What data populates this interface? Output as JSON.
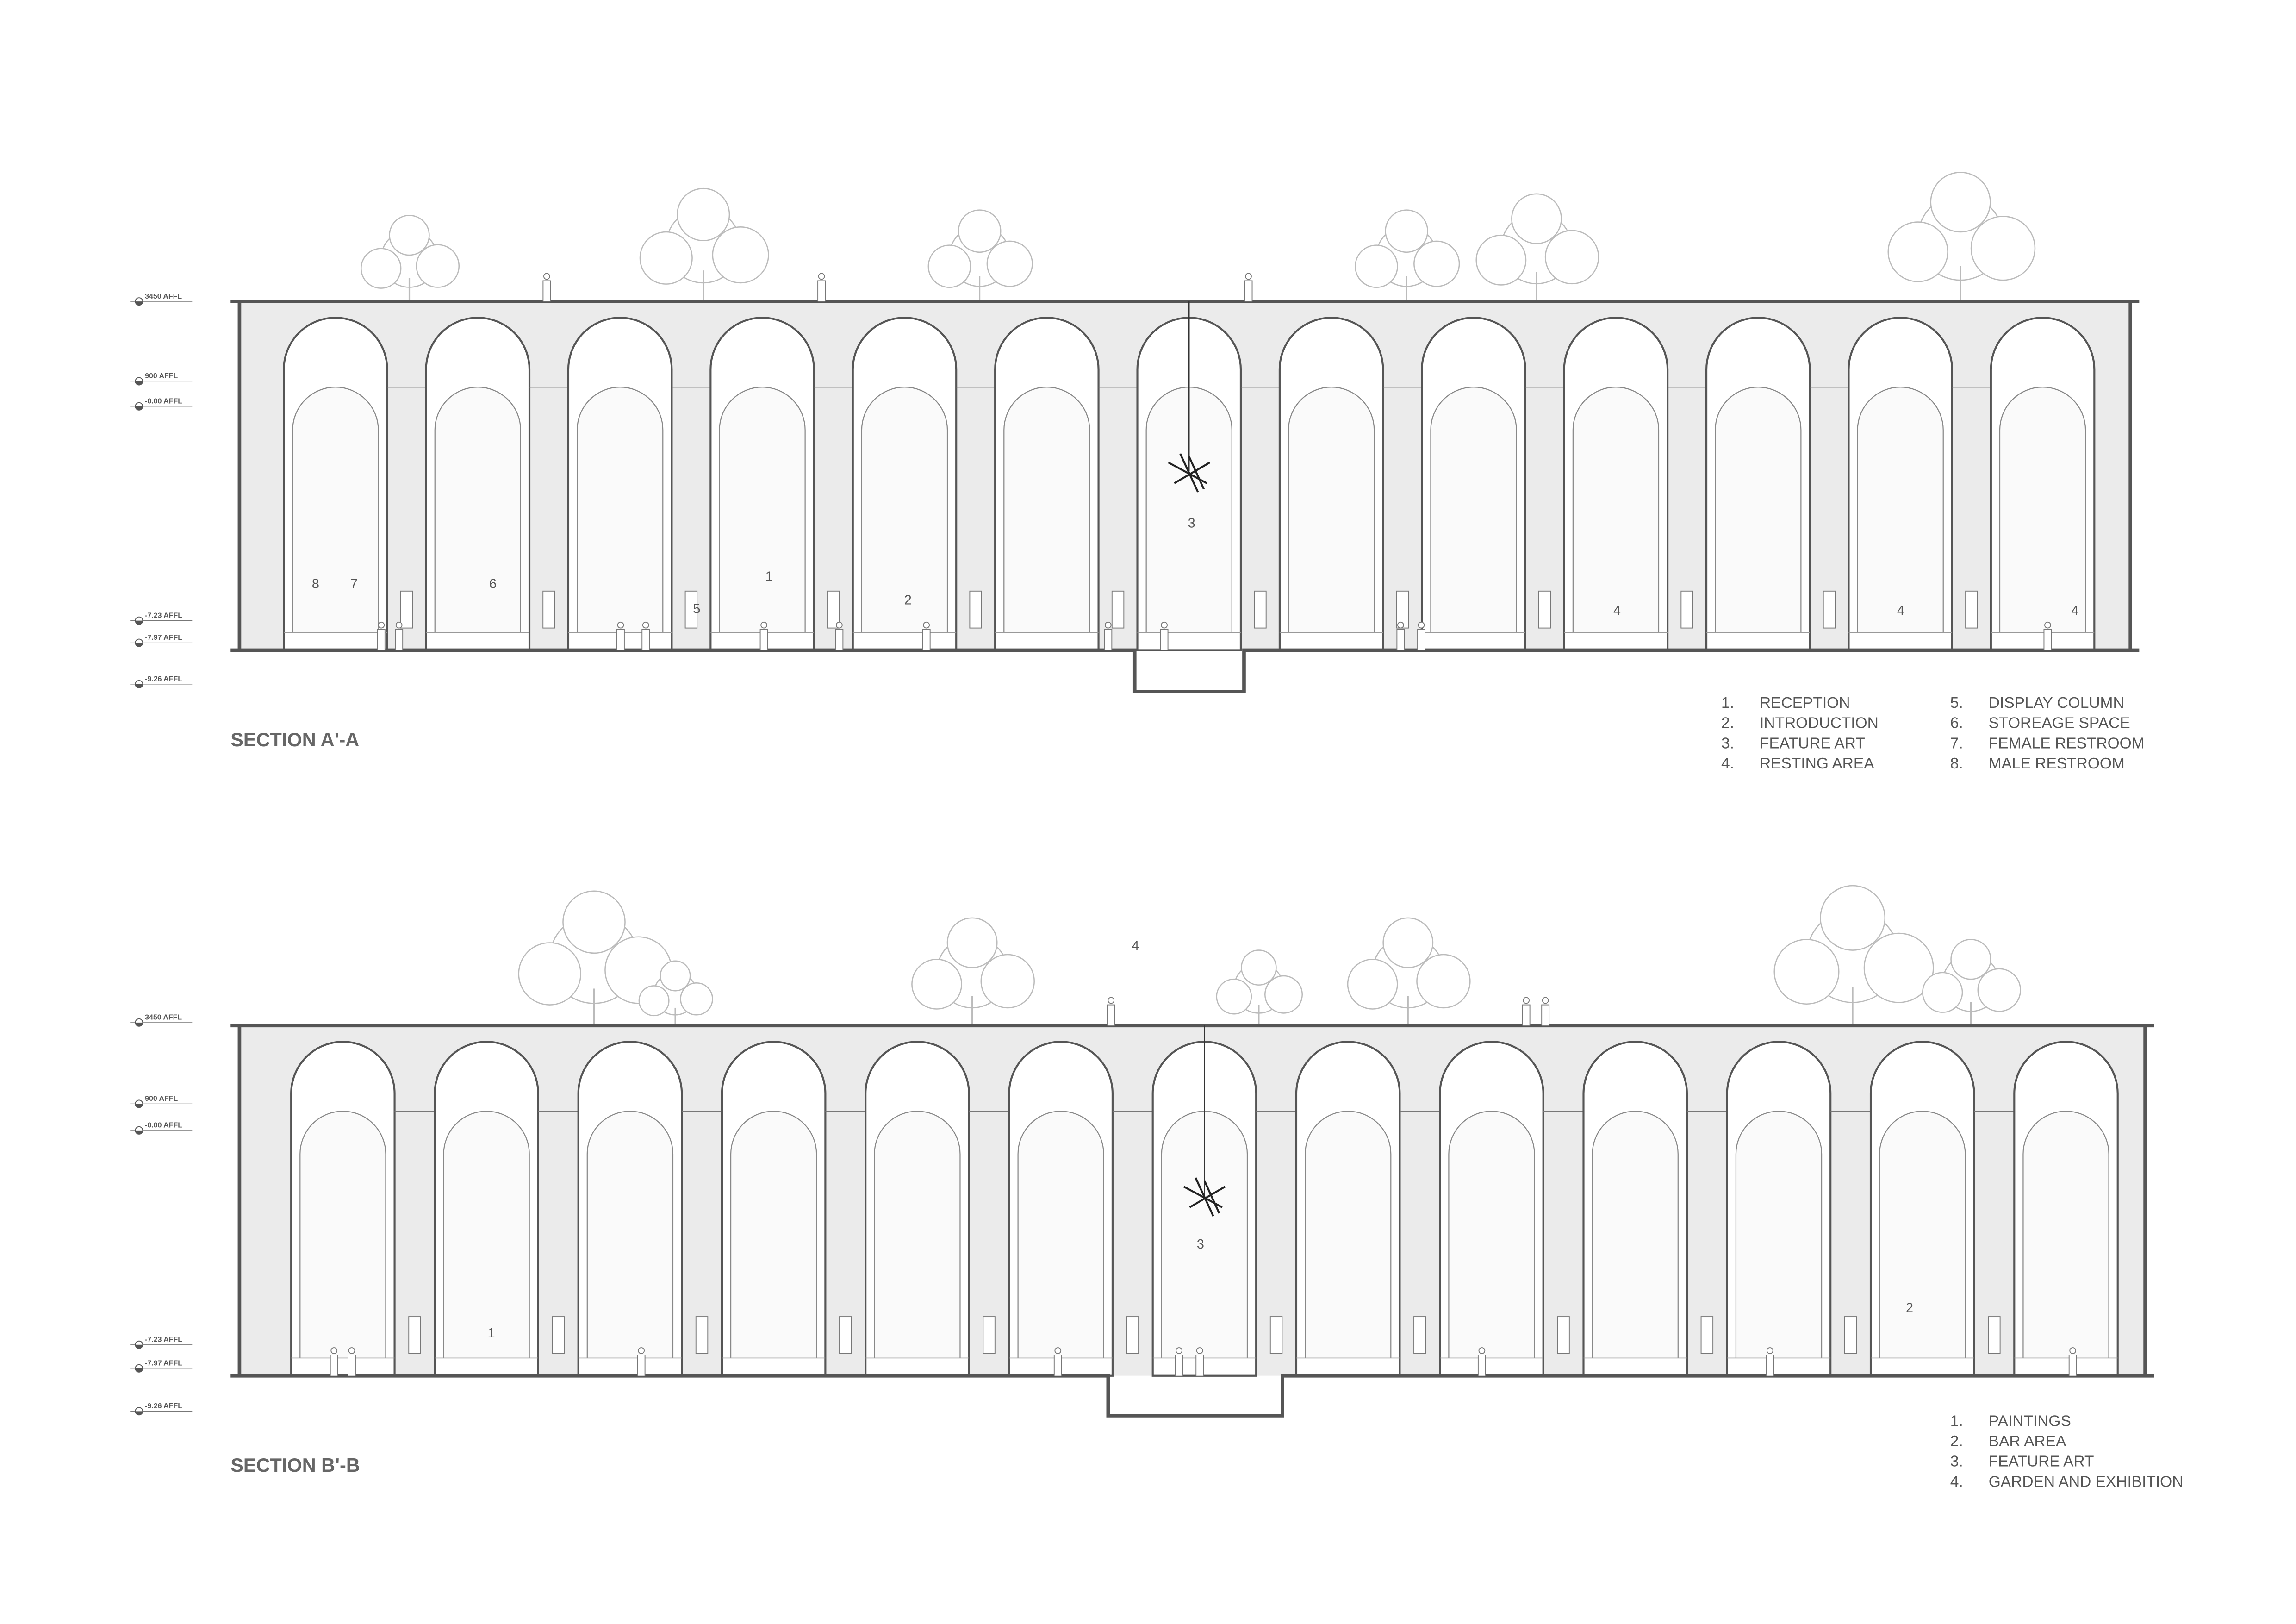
{
  "section_a": {
    "title": "SECTION A'-A",
    "levels": [
      "3450 AFFL",
      "900 AFFL",
      "-0.00 AFFL",
      "-7.23 AFFL",
      "-7.97 AFFL",
      "-9.26 AFFL"
    ],
    "room_numbers": [
      "8",
      "7",
      "6",
      "5",
      "1",
      "2",
      "3",
      "4",
      "4",
      "4"
    ],
    "legend": [
      {
        "num": "1.",
        "label": "RECEPTION"
      },
      {
        "num": "2.",
        "label": "INTRODUCTION"
      },
      {
        "num": "3.",
        "label": "FEATURE ART"
      },
      {
        "num": "4.",
        "label": "RESTING AREA"
      },
      {
        "num": "5.",
        "label": "DISPLAY COLUMN"
      },
      {
        "num": "6.",
        "label": "STOREAGE SPACE"
      },
      {
        "num": "7.",
        "label": "FEMALE RESTROOM"
      },
      {
        "num": "8.",
        "label": "MALE RESTROOM"
      }
    ]
  },
  "section_b": {
    "title": "SECTION B'-B",
    "levels": [
      "3450 AFFL",
      "900 AFFL",
      "-0.00 AFFL",
      "-7.23 AFFL",
      "-7.97 AFFL",
      "-9.26 AFFL"
    ],
    "room_numbers": [
      "4",
      "1",
      "3",
      "2"
    ],
    "legend": [
      {
        "num": "1.",
        "label": "PAINTINGS"
      },
      {
        "num": "2.",
        "label": "BAR AREA"
      },
      {
        "num": "3.",
        "label": "FEATURE ART"
      },
      {
        "num": "4.",
        "label": "GARDEN AND EXHIBITION"
      }
    ]
  },
  "colors": {
    "line": "#555555",
    "wall_fill": "#ebebeb",
    "tree": "#bbbbbb"
  }
}
